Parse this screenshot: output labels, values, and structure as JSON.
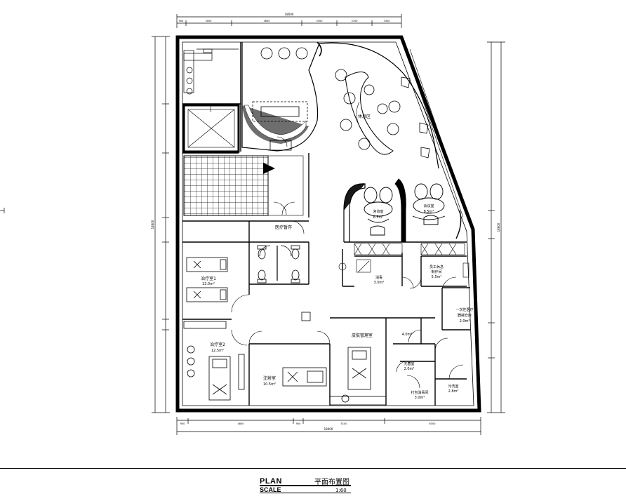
{
  "title_block": {
    "plan_word": "PLAN",
    "plan_name": "平面布置图",
    "scale_word": "SCALE",
    "scale": "1:60"
  },
  "rooms": {
    "rest_area": "休息区",
    "consult1_name": "咨询室",
    "consult1_area": "8.5m²",
    "consult2_name": "会议室",
    "consult2_area": "8.5m²",
    "medical_storage": "医疗暂存",
    "staff_rest_name": "员工休息",
    "staff_rest_name2": "制作间",
    "staff_rest_area": "5.5m²",
    "treatment1_name": "治疗室1",
    "treatment1_area": "13.0m²",
    "treatment2_name": "治疗室2",
    "treatment2_area": "12.5m²",
    "injection_name": "注射室",
    "injection_area": "10.5m²",
    "skin_mgmt": "皮肤管理室",
    "disinfect_name": "消毒",
    "disinfect_area": "3.0m²",
    "disposable_name": "一次性医疗",
    "disposable_name2": "器械仓库",
    "disposable_area": "2.0m²",
    "sterile_name": "无菌室",
    "sterile_area": "2.0m²",
    "pack_name": "打包消毒间",
    "pack_area": "3.0m²",
    "dirty_name": "污洗室",
    "dirty_area": "2.8m²",
    "small_area": "4.0m²"
  },
  "dimensions": {
    "top_total": "18000",
    "top_segments": [
      "900",
      "3000",
      "3800",
      "3300",
      "3700",
      "3300"
    ],
    "bottom_total": "18000",
    "bottom_segments": [
      "900",
      "4800",
      "900",
      "5100",
      "6300"
    ],
    "left_total": "18600",
    "right_total": "18600"
  }
}
